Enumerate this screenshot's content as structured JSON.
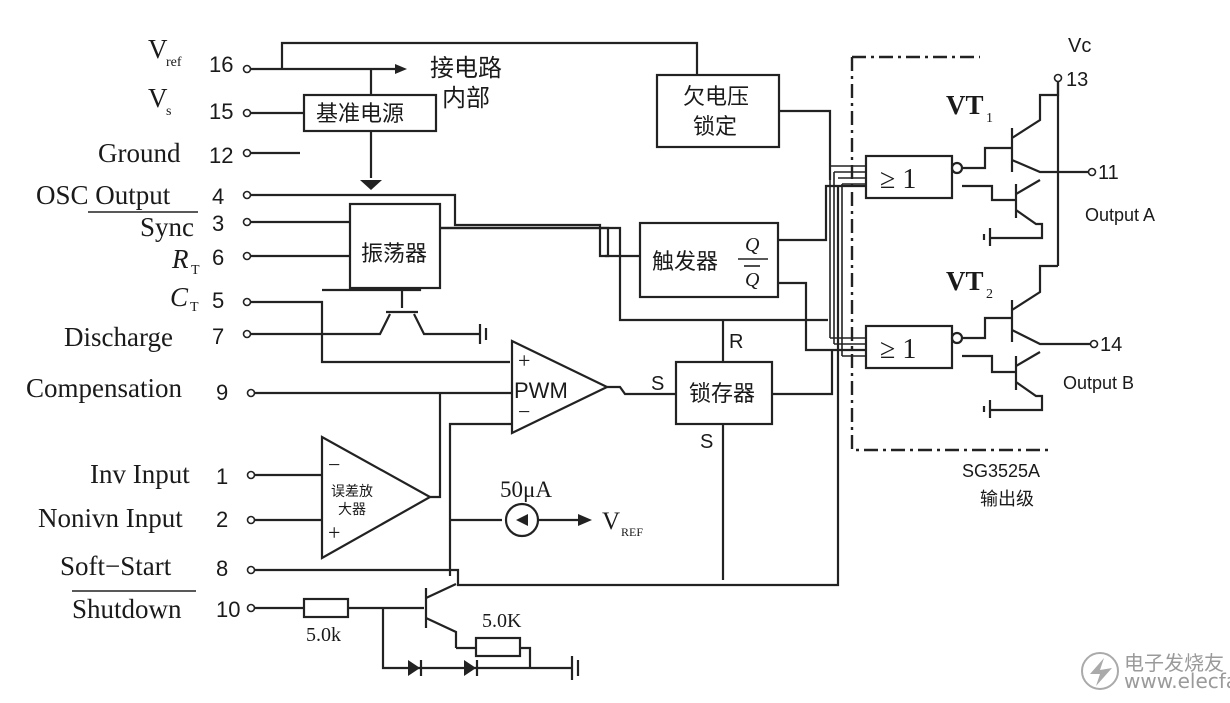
{
  "pins": {
    "vref": {
      "name": "V",
      "sub": "ref",
      "num": "16"
    },
    "vs": {
      "name": "V",
      "sub": "s",
      "num": "15"
    },
    "ground": {
      "name": "Ground",
      "num": "12"
    },
    "osc": {
      "name": "OSC  Output",
      "num": "4"
    },
    "sync": {
      "name": "Sync",
      "num": "3"
    },
    "rt": {
      "name": "R",
      "sub": "T",
      "num": "6"
    },
    "ct": {
      "name": "C",
      "sub": "T",
      "num": "5"
    },
    "discharge": {
      "name": "Discharge",
      "num": "7"
    },
    "comp": {
      "name": "Compensation",
      "num": "9"
    },
    "inv": {
      "name": "Inv Input",
      "num": "1"
    },
    "noninv": {
      "name": "Nonivn Input",
      "num": "2"
    },
    "soft": {
      "name": "Soft−Start",
      "num": "8"
    },
    "shutdown": {
      "name": "Shutdown",
      "num": "10"
    },
    "vc": {
      "name": "Vc",
      "num": "13"
    },
    "outa": {
      "name": "Output A",
      "num": "11"
    },
    "outb": {
      "name": "Output B",
      "num": "14"
    }
  },
  "blocks": {
    "ref_supply": "基准电源",
    "to_internal_1": "接电路",
    "to_internal_2": "内部",
    "uvlo_1": "欠电压",
    "uvlo_2": "锁定",
    "oscillator": "振荡器",
    "flipflop": "触发器",
    "q": "Q",
    "qbar": "Q",
    "latch": "锁存器",
    "latch_r": "R",
    "latch_s_in": "S",
    "latch_s_bottom": "S",
    "pwm": "PWM",
    "plus": "+",
    "minus": "−",
    "erramp_1": "误差放",
    "erramp_2": "大器",
    "nor_a": "≥ 1",
    "nor_b": "≥ 1",
    "vt1": "VT",
    "vt1_sub": "1",
    "vt2": "VT",
    "vt2_sub": "2",
    "current_src": "50μA",
    "vref_out": "V",
    "vref_out_sub": "REF",
    "r1": "5.0k",
    "r2": "5.0K",
    "chip": "SG3525A",
    "stage": "输出级"
  },
  "watermark": {
    "text": "电子发烧友",
    "url": "www.elecfans.com"
  }
}
